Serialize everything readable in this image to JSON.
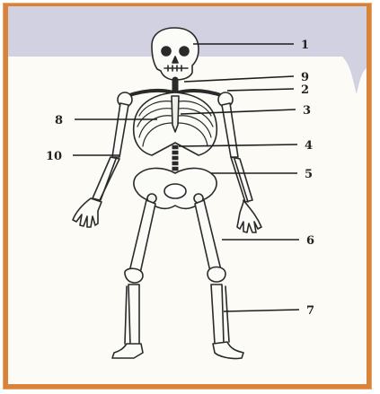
{
  "figure": {
    "theme": {
      "frame": "#d8823a",
      "paper": "#fdfbf5",
      "band": "#c9c9dd",
      "ink": "#2a2a2a",
      "bone": "#fbfbf8"
    },
    "labels": [
      {
        "id": "label-1",
        "text": "1"
      },
      {
        "id": "label-9",
        "text": "9"
      },
      {
        "id": "label-2",
        "text": "2"
      },
      {
        "id": "label-8",
        "text": "8"
      },
      {
        "id": "label-3",
        "text": "3"
      },
      {
        "id": "label-10",
        "text": "10"
      },
      {
        "id": "label-4",
        "text": "4"
      },
      {
        "id": "label-5",
        "text": "5"
      },
      {
        "id": "label-6",
        "text": "6"
      },
      {
        "id": "label-7",
        "text": "7"
      }
    ]
  }
}
